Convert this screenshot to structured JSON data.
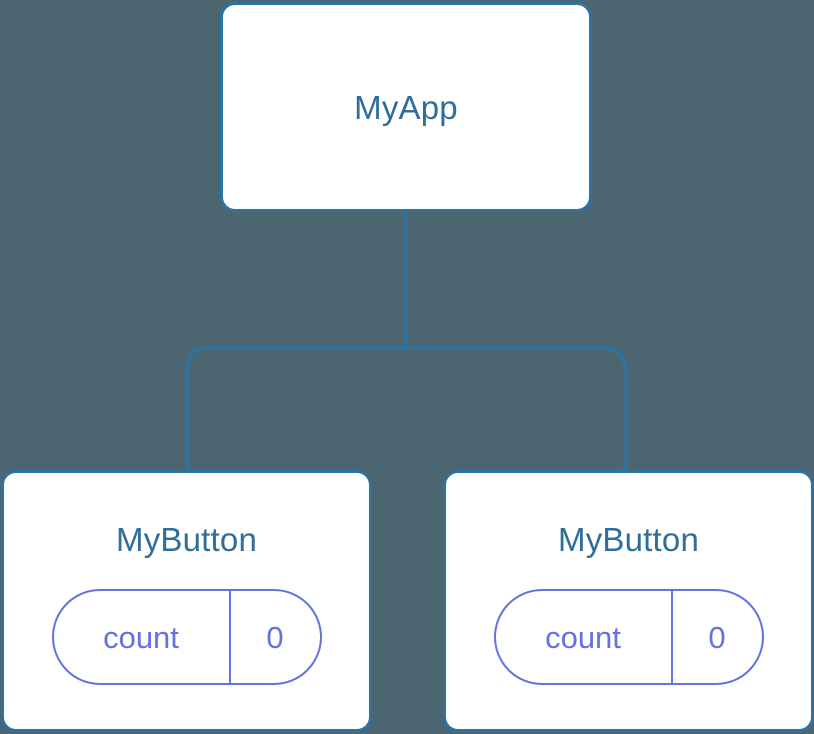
{
  "diagram": {
    "title": "component-tree",
    "background_color": "#4b6670",
    "node_border_color": "#2e72a0",
    "node_title_color": "#2e6e99",
    "pill_color": "#6472e0",
    "connector_color": "#2e72a0"
  },
  "root": {
    "label": "MyApp"
  },
  "children": [
    {
      "label": "MyButton",
      "state": {
        "key": "count",
        "value": "0"
      }
    },
    {
      "label": "MyButton",
      "state": {
        "key": "count",
        "value": "0"
      }
    }
  ]
}
